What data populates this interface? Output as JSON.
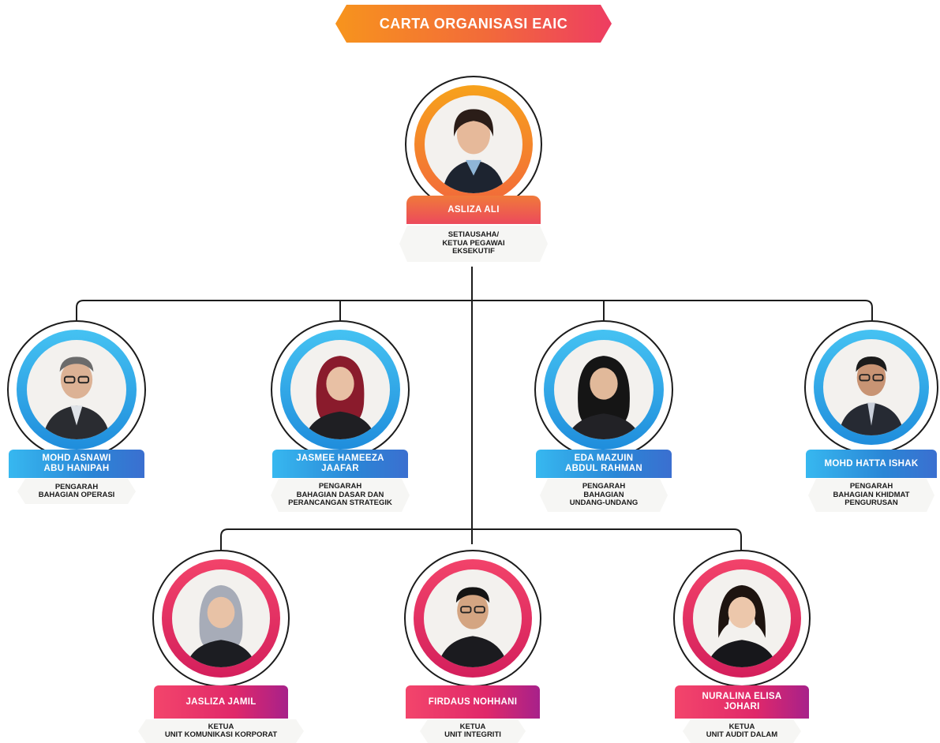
{
  "title": "CARTA ORGANISASI EAIC",
  "colors": {
    "orange": "#f7941d",
    "blue": "#2aa2e8",
    "pink": "#ee3d62",
    "line": "#1c1c1c"
  },
  "chief": {
    "name": "ASLIZA ALI",
    "role": "SETIAUSAHA/\nKETUA PEGAWAI\nEKSEKUTIF",
    "color": "orange"
  },
  "directors": [
    {
      "name": "MOHD ASNAWI\nABU HANIPAH",
      "role": "PENGARAH\nBAHAGIAN OPERASI",
      "color": "blue"
    },
    {
      "name": "JASMEE HAMEEZA\nJAAFAR",
      "role": "PENGARAH\nBAHAGIAN DASAR DAN\nPERANCANGAN STRATEGIK",
      "color": "blue"
    },
    {
      "name": "EDA MAZUIN\nABDUL RAHMAN",
      "role": "PENGARAH\nBAHAGIAN\nUNDANG-UNDANG",
      "color": "blue"
    },
    {
      "name": "MOHD HATTA ISHAK",
      "role": "PENGARAH\nBAHAGIAN KHIDMAT\nPENGURUSAN",
      "color": "blue"
    }
  ],
  "unit_heads": [
    {
      "name": "JASLIZA JAMIL",
      "role": "KETUA\nUNIT KOMUNIKASI KORPORAT",
      "color": "pink"
    },
    {
      "name": "FIRDAUS NOHHANI",
      "role": "KETUA\nUNIT INTEGRITI",
      "color": "pink"
    },
    {
      "name": "NURALINA ELISA\nJOHARI",
      "role": "KETUA\nUNIT AUDIT DALAM",
      "color": "pink"
    }
  ]
}
